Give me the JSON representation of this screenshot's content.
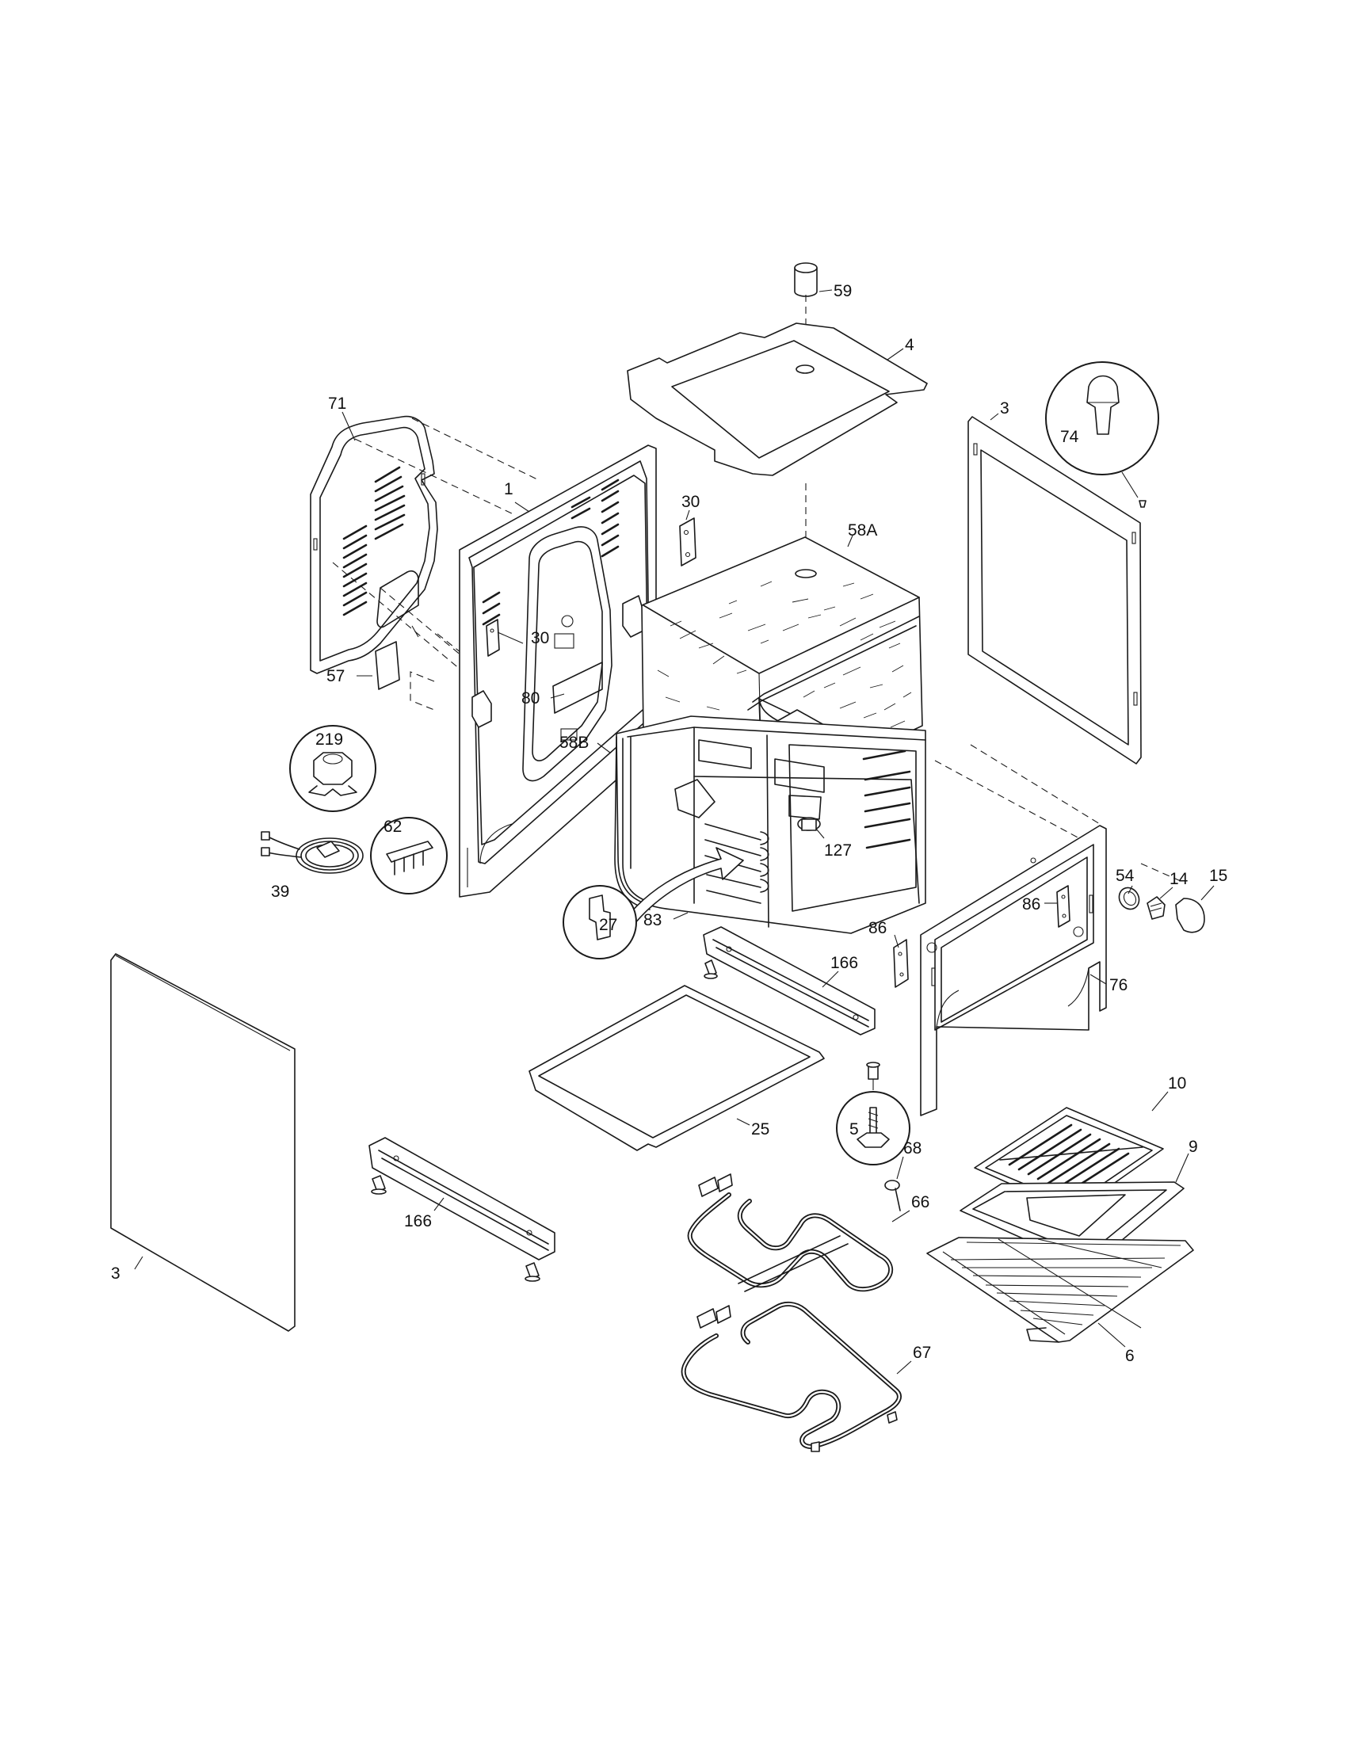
{
  "diagram": {
    "labels": {
      "l59": "59",
      "l4": "4",
      "l3_top": "3",
      "l74": "74",
      "l71": "71",
      "l1": "1",
      "l30_top": "30",
      "l58A": "58A",
      "l30_mid": "30",
      "l57": "57",
      "l80": "80",
      "l219": "219",
      "l58B": "58B",
      "l62": "62",
      "l127": "127",
      "l39": "39",
      "l27": "27",
      "l83": "83",
      "l54": "54",
      "l14": "14",
      "l15": "15",
      "l86_right": "86",
      "l86_left": "86",
      "l166_top": "166",
      "l76": "76",
      "l3_bottom": "3",
      "l10": "10",
      "l25": "25",
      "l5": "5",
      "l68": "68",
      "l9": "9",
      "l66": "66",
      "l166_bottom": "166",
      "l6": "6",
      "l67": "67"
    }
  }
}
